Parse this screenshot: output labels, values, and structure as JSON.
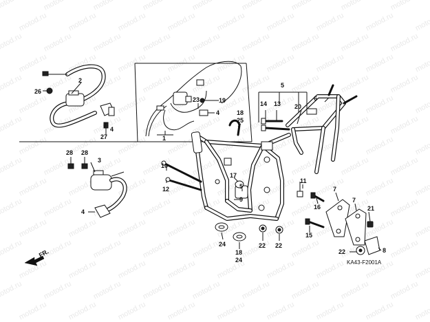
{
  "watermark": "motod.ru",
  "callouts": {
    "c2": "2",
    "c26": "26",
    "c4a": "4",
    "c27": "27",
    "c1": "1",
    "c23": "23",
    "c19": "19",
    "c4b": "4",
    "c18a": "18",
    "c25": "25",
    "c5a": "5",
    "c14": "14",
    "c13": "13",
    "c20": "20",
    "c6": "6",
    "c28a": "28",
    "c28b": "28",
    "c3": "3",
    "c4c": "4",
    "c10": "10",
    "c12": "12",
    "c17": "17",
    "c5b": "5",
    "c9": "9",
    "c11": "11",
    "c16": "16",
    "c7a": "7",
    "c7b": "7",
    "c21": "21",
    "c15": "15",
    "c8": "8",
    "c22a": "22",
    "c24a": "24",
    "c18b": "18",
    "c24b": "24",
    "c22b": "22",
    "c22c": "22"
  },
  "diagram_code": "KA43-F2001A",
  "direction_label": "FR.",
  "colors": {
    "ink": "#111111",
    "watermark": "#e9e9e9",
    "background": "#ffffff"
  }
}
